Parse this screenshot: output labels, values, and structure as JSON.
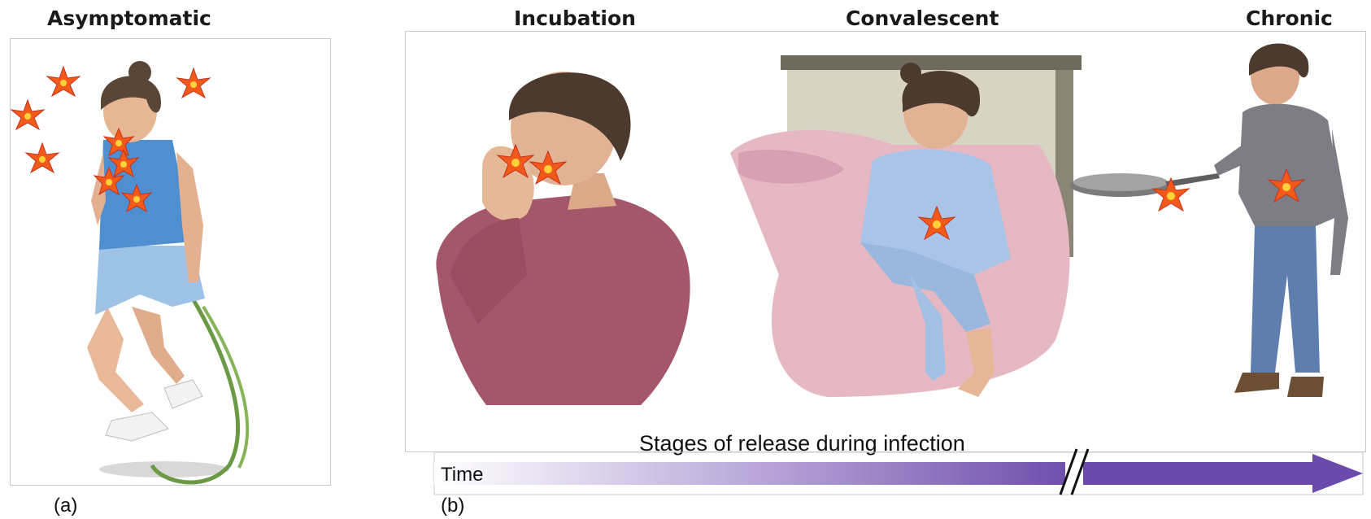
{
  "stages": {
    "asymptomatic": "Asymptomatic",
    "incubation": "Incubation",
    "convalescent": "Convalescent",
    "chronic": "Chronic"
  },
  "panels": {
    "a_label": "(a)",
    "b_label": "(b)"
  },
  "timeline": {
    "caption": "Stages of release during infection",
    "axis_label": "Time"
  },
  "colors": {
    "burst": "#f25a1c",
    "arrow_start": "#ffffff",
    "arrow_end": "#6a4aaa"
  }
}
